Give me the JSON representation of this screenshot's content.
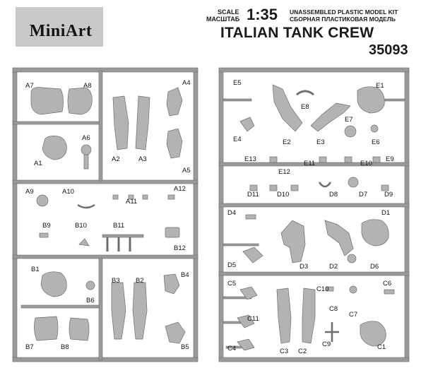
{
  "header": {
    "brand": "MiniArt",
    "scale_label_en": "SCALE",
    "scale_label_ru": "МАСШТАБ",
    "scale": "1:35",
    "kit_type_en": "UNASSEMBLED PLASTIC MODEL KIT",
    "kit_type_ru": "СБОРНАЯ ПЛАСТИКОВАЯ МОДЕЛЬ",
    "title": "ITALIAN TANK CREW",
    "code": "35093"
  },
  "left_sprue": {
    "parts": [
      "A7",
      "A8",
      "A4",
      "A6",
      "A1",
      "A2",
      "A3",
      "A5",
      "A9",
      "A10",
      "A11",
      "A12",
      "B9",
      "B10",
      "B11",
      "B12",
      "B1",
      "B4",
      "B6",
      "B3",
      "B2",
      "B7",
      "B8",
      "B5"
    ]
  },
  "right_sprue": {
    "parts": [
      "E5",
      "E1",
      "E8",
      "E7",
      "E4",
      "E2",
      "E3",
      "E6",
      "E13",
      "E12",
      "E11",
      "E10",
      "E9",
      "D11",
      "D10",
      "D8",
      "D7",
      "D9",
      "D4",
      "D1",
      "D5",
      "D3",
      "D2",
      "D6",
      "C5",
      "C10",
      "C6",
      "C11",
      "C7",
      "C8",
      "C4",
      "C3",
      "C2",
      "C9",
      "C1"
    ]
  },
  "colors": {
    "sprue": "#9a9a9a",
    "part": "#b3b3b3",
    "outline": "#6e6e6e",
    "logo_bg": "#c9c9c9"
  }
}
